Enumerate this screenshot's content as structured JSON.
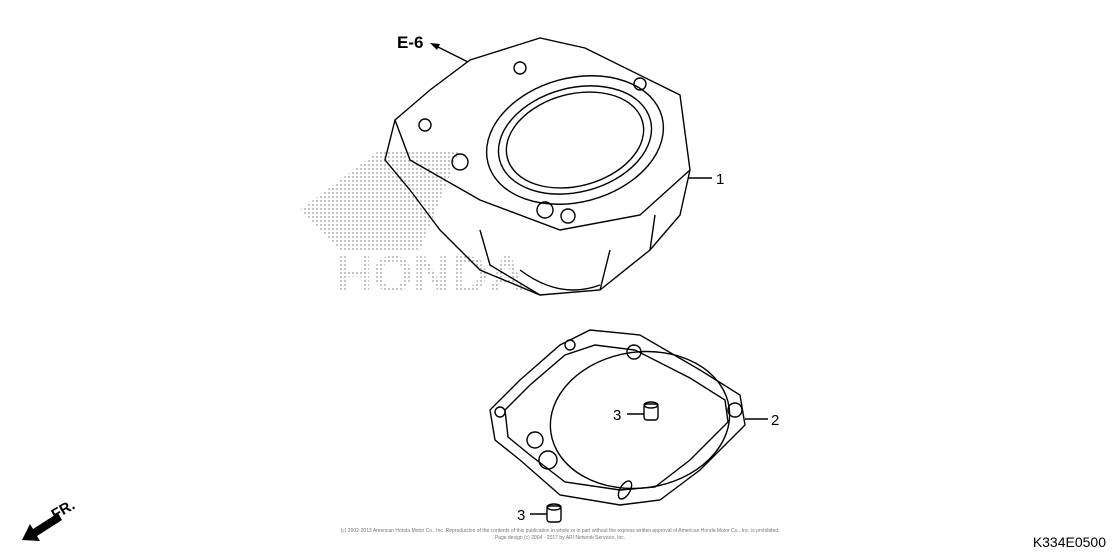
{
  "diagram": {
    "reference_label": "E-6",
    "callouts": [
      {
        "number": "1",
        "part": "cylinder"
      },
      {
        "number": "2",
        "part": "cylinder-base-gasket"
      },
      {
        "number": "3",
        "part": "dowel-pin"
      },
      {
        "number": "3",
        "part": "dowel-pin"
      }
    ],
    "direction_label": "FR.",
    "watermark": "HONDA",
    "diagram_code": "K334E0500",
    "copyright_line1": "(c) 2002-2013 American Honda Motor Co., Inc. Reproduction of the contents of this publication in whole or in part without the express written approval of American Honda Motor Co., Inc. is prohibited.",
    "copyright_line2": "Page design (c) 2004 - 2017 by ARI Network Services, Inc."
  }
}
